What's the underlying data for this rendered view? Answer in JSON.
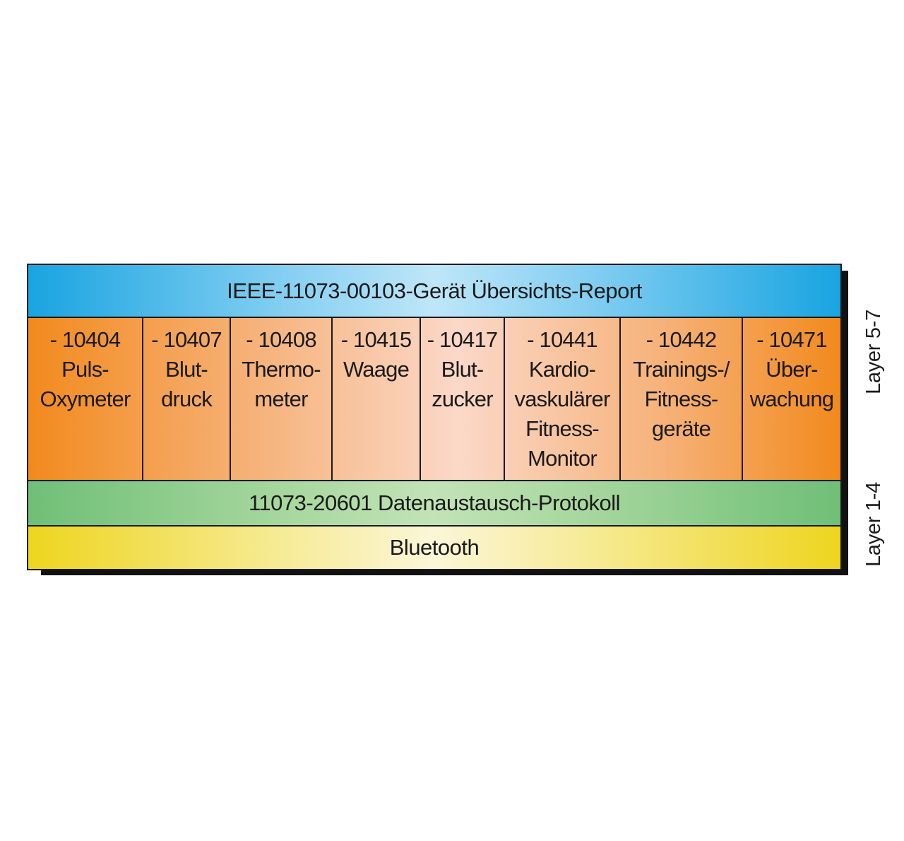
{
  "diagram": {
    "report_layer": "IEEE-11073-00103-Gerät Übersichts-Report",
    "devices": [
      {
        "code": "- 10404",
        "lines": [
          "Puls-",
          "Oxymeter"
        ]
      },
      {
        "code": "- 10407",
        "lines": [
          "Blut-",
          "druck"
        ]
      },
      {
        "code": "- 10408",
        "lines": [
          "Thermo-",
          "meter"
        ]
      },
      {
        "code": "- 10415",
        "lines": [
          "Waage"
        ]
      },
      {
        "code": "- 10417",
        "lines": [
          "Blut-",
          "zucker"
        ]
      },
      {
        "code": "- 10441",
        "lines": [
          "Kardio-",
          "vaskulärer",
          "Fitness-",
          "Monitor"
        ]
      },
      {
        "code": "- 10442",
        "lines": [
          "Trainings-/",
          "Fitness-",
          "geräte"
        ]
      },
      {
        "code": "- 10471",
        "lines": [
          "Über-",
          "wachung"
        ]
      }
    ],
    "protocol_layer": "11073-20601 Datenaustausch-Protokoll",
    "transport_layer": "Bluetooth",
    "side_labels": {
      "upper": "Layer 5-7",
      "lower": "Layer 1-4"
    }
  }
}
